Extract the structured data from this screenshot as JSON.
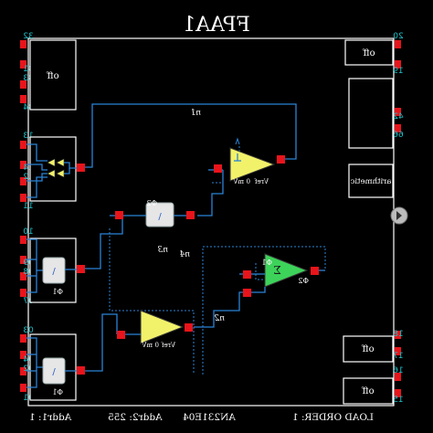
{
  "title": "FPAA1",
  "left_pins": {
    "top": [
      "32",
      "31",
      "33",
      "34"
    ],
    "mid": [
      "13",
      "14",
      "12",
      "11"
    ],
    "mid2": [
      "10",
      "09",
      "08",
      "07"
    ],
    "bottom": [
      "03",
      "04",
      "02",
      "01"
    ]
  },
  "right_pins": {
    "top": [
      "20",
      "19"
    ],
    "mid": [
      "42",
      "66"
    ],
    "bottom": [
      "18",
      "17",
      "16",
      "15"
    ]
  },
  "boxes": {
    "off_left_top": "off",
    "off_right_top": "off",
    "off_right_bottom1": "off",
    "off_right_bottom2": "off",
    "arithmetic": "arithmetic"
  },
  "wire_labels": {
    "w1": "n1",
    "w3": "n3",
    "w4": "n4",
    "w2": "n2"
  },
  "blocks": {
    "amp_top": {
      "phi": "Φ1",
      "vref": "Vref",
      "zero": "0",
      "mv": "mV"
    },
    "switch_mid": {
      "phi": "Φ2"
    },
    "sum": {
      "phi1": "Φ1",
      "phi2": "Φ2",
      "sigma": "Σ"
    },
    "amp_bottom": {
      "vref": "Vref",
      "zero": "0",
      "mv": "mV"
    },
    "sw_left1": {
      "phi": "Φ1"
    },
    "sw_left2": {
      "phi": "Φ1"
    }
  },
  "status": {
    "addr1": "Addr1: 1",
    "addr2": "Addr2: 255",
    "chip": "AN231E04",
    "load": "LOAD ORDER: 1"
  },
  "colors": {
    "pin": "#e8141b",
    "wire": "#2b83d6",
    "label": "#1ec0c8",
    "opamp_yellow": "#f2f26a",
    "sum_green": "#3dd35a"
  }
}
